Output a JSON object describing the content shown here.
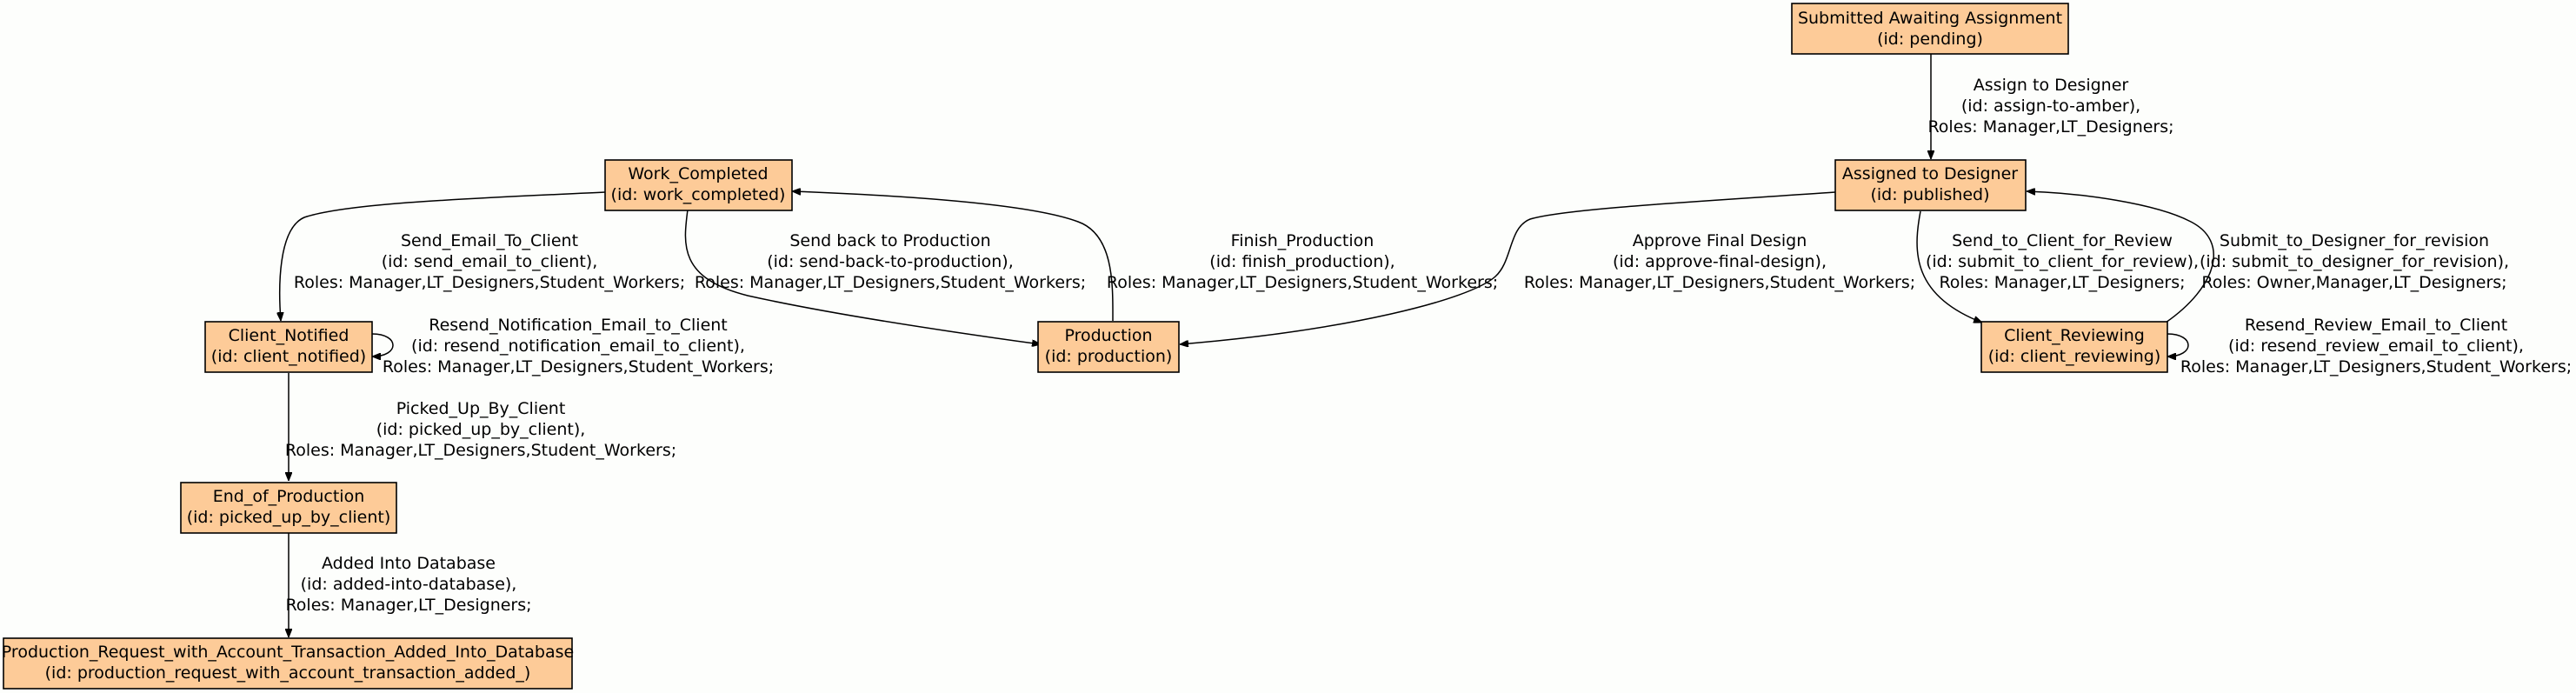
{
  "nodes": {
    "pending": {
      "title": "Submitted Awaiting Assignment",
      "id_line": "(id: pending)"
    },
    "published": {
      "title": "Assigned to Designer",
      "id_line": "(id: published)"
    },
    "work_completed": {
      "title": "Work_Completed",
      "id_line": "(id: work_completed)"
    },
    "client_notified": {
      "title": "Client_Notified",
      "id_line": "(id: client_notified)"
    },
    "production": {
      "title": "Production",
      "id_line": "(id: production)"
    },
    "client_reviewing": {
      "title": "Client_Reviewing",
      "id_line": "(id: client_reviewing)"
    },
    "picked_up": {
      "title": "End_of_Production",
      "id_line": "(id: picked_up_by_client)"
    },
    "final": {
      "title": "Production_Request_with_Account_Transaction_Added_Into_Database",
      "id_line": "(id: production_request_with_account_transaction_added_)"
    }
  },
  "edges": {
    "assign_to_designer": {
      "name": "Assign to Designer",
      "id_line": "(id: assign-to-amber),",
      "roles": "Roles: Manager,LT_Designers;"
    },
    "send_email_to_client": {
      "name": "Send_Email_To_Client",
      "id_line": "(id: send_email_to_client),",
      "roles": "Roles: Manager,LT_Designers,Student_Workers;"
    },
    "send_back_to_production": {
      "name": "Send back to Production",
      "id_line": "(id: send-back-to-production),",
      "roles": "Roles: Manager,LT_Designers,Student_Workers;"
    },
    "finish_production": {
      "name": "Finish_Production",
      "id_line": "(id: finish_production),",
      "roles": "Roles: Manager,LT_Designers,Student_Workers;"
    },
    "approve_final_design": {
      "name": "Approve Final Design",
      "id_line": "(id: approve-final-design),",
      "roles": "Roles: Manager,LT_Designers,Student_Workers;"
    },
    "send_to_client_for_review": {
      "name": "Send_to_Client_for_Review",
      "id_line": "(id: submit_to_client_for_review),",
      "roles": "Roles: Manager,LT_Designers;"
    },
    "submit_to_designer_for_revision": {
      "name": "Submit_to_Designer_for_revision",
      "id_line": "(id: submit_to_designer_for_revision),",
      "roles": "Roles: Owner,Manager,LT_Designers;"
    },
    "resend_notification_email": {
      "name": "Resend_Notification_Email_to_Client",
      "id_line": "(id: resend_notification_email_to_client),",
      "roles": "Roles: Manager,LT_Designers,Student_Workers;"
    },
    "resend_review_email": {
      "name": "Resend_Review_Email_to_Client",
      "id_line": "(id: resend_review_email_to_client),",
      "roles": "Roles: Manager,LT_Designers,Student_Workers;"
    },
    "picked_up_by_client": {
      "name": "Picked_Up_By_Client",
      "id_line": "(id: picked_up_by_client),",
      "roles": "Roles: Manager,LT_Designers,Student_Workers;"
    },
    "added_into_database": {
      "name": "Added Into Database",
      "id_line": "(id: added-into-database),",
      "roles": "Roles: Manager,LT_Designers;"
    }
  }
}
